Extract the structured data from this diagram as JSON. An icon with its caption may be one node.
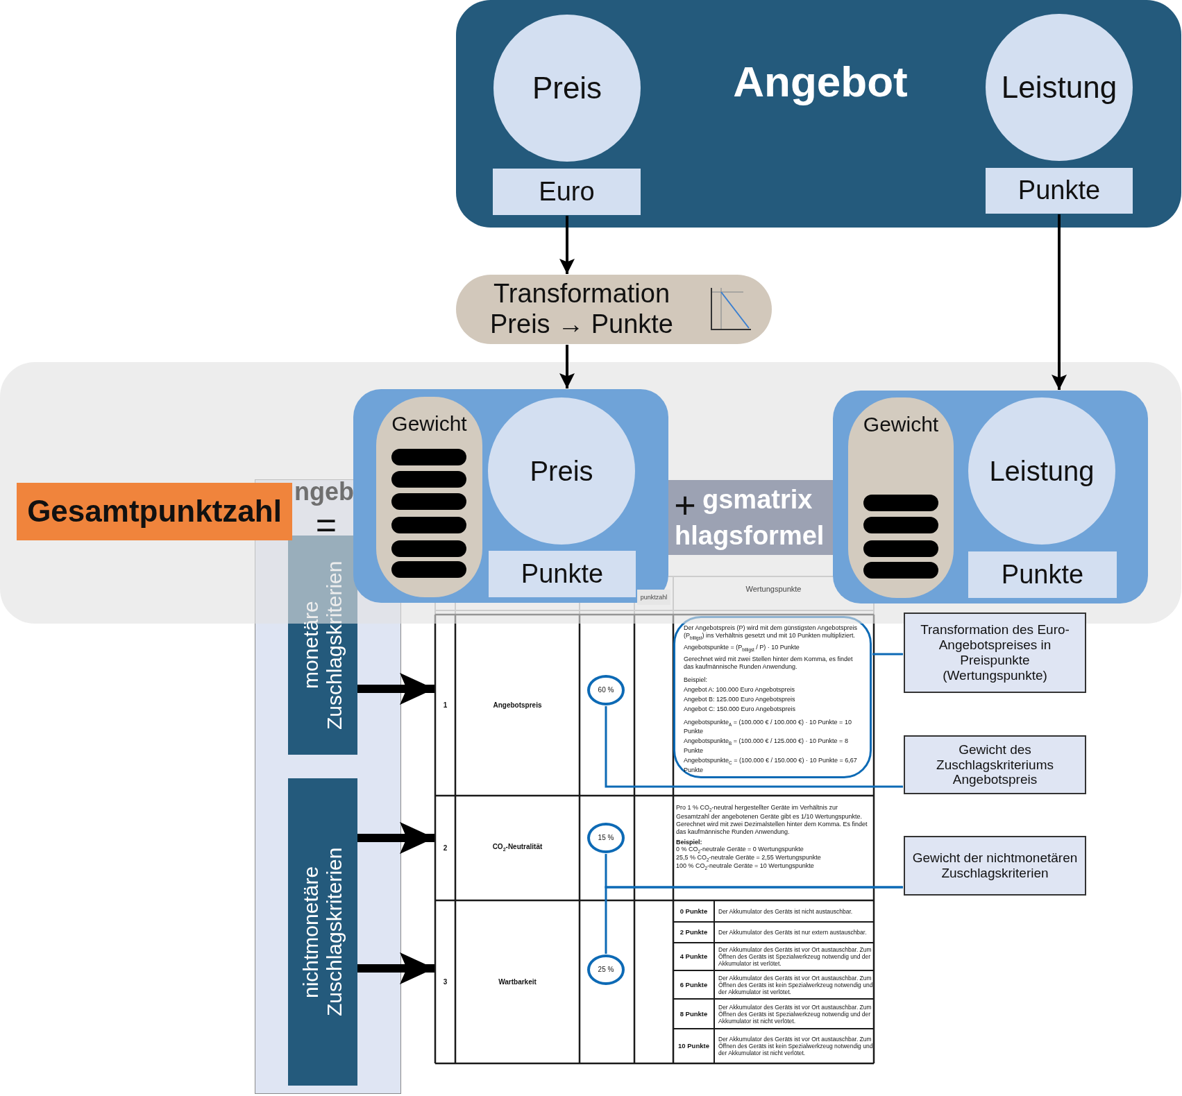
{
  "diagram": {
    "nodes": [
      {
        "text": [
          "Angebot"
        ]
      },
      {
        "text": [
          "Preis"
        ],
        "in": 0
      },
      {
        "text": [
          "Euro"
        ],
        "in": 0
      },
      {
        "text": [
          "Leistung"
        ],
        "in": 0
      },
      {
        "text": [
          "Punkte"
        ],
        "in": 0
      },
      {
        "text": [
          "Transformation Preis → Punkte"
        ]
      },
      {
        "text": [
          "Gesamtpunktzahl"
        ]
      },
      {
        "text": [],
        "shape": "box"
      },
      {
        "text": [
          "Gewicht"
        ],
        "in": 7
      },
      {
        "text": [
          "Preis"
        ],
        "in": 7
      },
      {
        "text": [
          "Punkte"
        ],
        "in": 7
      },
      {
        "text": [],
        "shape": "box"
      },
      {
        "text": [
          "Gewicht"
        ],
        "in": 11
      },
      {
        "text": [
          "Leistung"
        ],
        "in": 11
      },
      {
        "text": [
          "Punkte"
        ],
        "in": 11
      },
      {
        "text": [],
        "shape": "box"
      },
      {
        "text": [
          "monetäre Zuschlagskriterien"
        ],
        "in": 15
      },
      {
        "text": [
          "nichtmonetäre Zuschlagskriterien"
        ],
        "in": 15
      },
      {
        "text": [
          "1"
        ]
      },
      {
        "text": [
          "60 %"
        ]
      },
      {
        "text": [
          "Der Angebotspreis (P) wird mit dem günstigsten Angebotspreis (P$_{billigst}$) ins Verhältnis gesetzt und mit 10 Punkten multipliziert.",
          "Angebotspunkte = (P$_{billigst}$ / P) · 10 Punkte",
          "Gerechnet wird mit zwei Stellen hinter dem Komma, es findet das kaufmännische Runden Anwendung.",
          "Beispiel:",
          "Angebot A: 100.000 Euro Angebotspreis",
          "Angebot B: 125.000 Euro Angebotspreis",
          "Angebot C: 150.000 Euro Angebotspreis",
          "Angebotspunkte$_{A}$ = (100.000 € / 100.000 €) · 10 Punkte = 10 Punkte",
          "Angebotspunkte$_{B}$ = (100.000 € / 125.000 €) · 10 Punkte = 8 Punkte",
          "Angebotspunkte$_{C}$ = (100.000 € / 150.000 €) · 10 Punkte = 6,67 Punkte"
        ]
      },
      {
        "text": [
          "2"
        ]
      },
      {
        "text": [
          "15 %"
        ]
      },
      {
        "text": [
          "3"
        ]
      },
      {
        "text": [
          "25 %"
        ]
      },
      {
        "text": [
          "Transformation des Euro-Angebotspreises in Preispunkte (Wertungspunkte)"
        ]
      },
      {
        "text": [
          "Gewicht des Zuschlagskriteriums Angebotspreis"
        ]
      },
      {
        "text": [
          "Gewicht der nichtmonetären Zuschlagskriterien"
        ]
      }
    ],
    "edges": [
      {
        "from": 2,
        "to": 5,
        "arrow": "to"
      },
      {
        "from": 5,
        "to": 7,
        "arrow": "to"
      },
      {
        "from": 4,
        "to": 11,
        "arrow": "to"
      },
      {
        "from": 16,
        "to": 18,
        "arrow": "to",
        "style": "thick"
      },
      {
        "from": 17,
        "to": 21,
        "arrow": "to",
        "style": "thick"
      },
      {
        "from": 17,
        "to": 23,
        "arrow": "to",
        "style": "thick"
      },
      {
        "from": 20,
        "to": 25,
        "arrow": "none",
        "color": "#0d6ab5"
      },
      {
        "from": 19,
        "to": 26,
        "arrow": "none",
        "color": "#0d6ab5"
      },
      {
        "from": 22,
        "to": 27,
        "arrow": "none",
        "color": "#0d6ab5"
      },
      {
        "from": 24,
        "to": 27,
        "arrow": "none",
        "color": "#0d6ab5"
      }
    ],
    "labels": [
      "ngeb",
      "=",
      "gsmatrix",
      "+",
      "hlagsformel",
      "punktzahl",
      "Wertungspunkte",
      "Angebotspreis",
      "CO$_{2}$-Neutralität",
      "Pro 1 % CO$_{2}$-neutral hergestellter Geräte im Verhältnis zur Gesamtzahl der angebotenen Geräte gibt es 1/10 Wertungspunkte. Gerechnet wird mit zwei Dezimalstellen hinter dem Komma. Es findet das kaufmännische Runden Anwendung.",
      "Beispiel:",
      "0 % CO$_{2}$-neutrale Geräte = 0 Wertungspunkte",
      "25,5 % CO$_{2}$-neutrale Geräte = 2,55 Wertungspunkte",
      "100 % CO$_{2}$-neutrale Geräte = 10 Wertungspunkte",
      "Wartbarkeit",
      "0 Punkte",
      "Der Akkumulator des Geräts ist nicht austauschbar.",
      "2 Punkte",
      "Der Akkumulator des Geräts ist nur extern austauschbar.",
      "4 Punkte",
      "Der Akkumulator des Geräts ist vor Ort austauschbar. Zum Öffnen des Geräts ist Spezialwerkzeug notwendig und der Akkumulator ist verlötet.",
      "6 Punkte",
      "Der Akkumulator des Geräts ist vor Ort austauschbar. Zum Öffnen des Geräts ist kein Spezialwerkzeug notwendig und der Akkumulator ist verlötet.",
      "8 Punkte",
      "Der Akkumulator des Geräts ist vor Ort austauschbar. Zum Öffnen des Geräts ist Spezialwerkzeug notwendig und der Akkumulator ist nicht verlötet.",
      "10 Punkte",
      "Der Akkumulator des Geräts ist vor Ort austauschbar. Zum Öffnen des Geräts ist kein Spezialwerkzeug notwendig und der Akkumulator ist nicht verlötet."
    ]
  }
}
